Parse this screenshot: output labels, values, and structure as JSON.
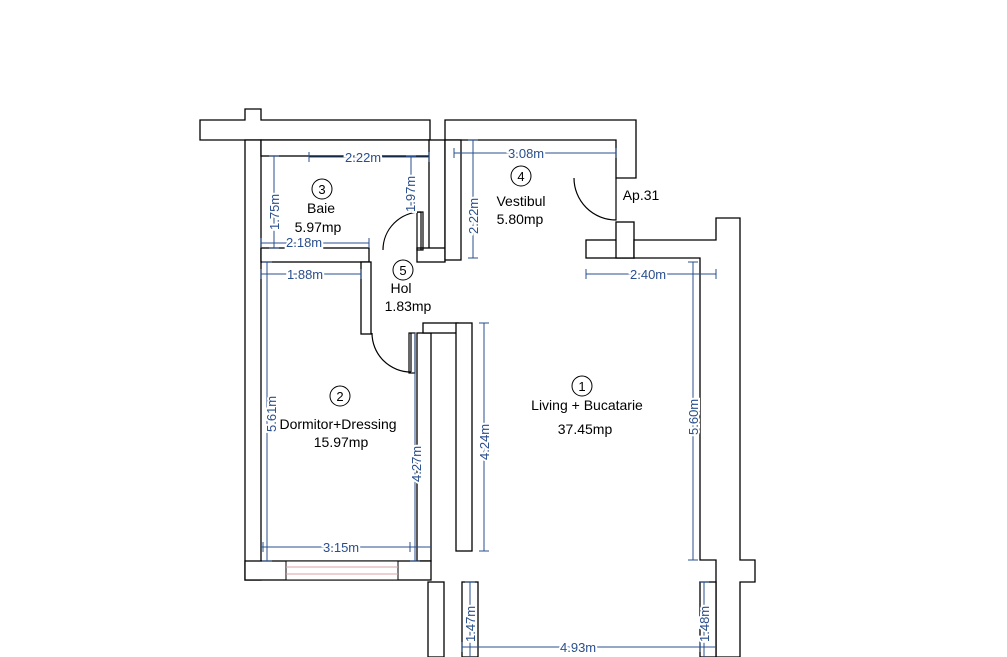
{
  "apartment_label": "Ap.31",
  "rooms": [
    {
      "number": "1",
      "name": "Living + Bucatarie",
      "area": "37.45mp"
    },
    {
      "number": "2",
      "name": "Dormitor+Dressing",
      "area": "15.97mp"
    },
    {
      "number": "3",
      "name": "Baie",
      "area": "5.97mp"
    },
    {
      "number": "4",
      "name": "Vestibul",
      "area": "5.80mp"
    },
    {
      "number": "5",
      "name": "Hol",
      "area": "1.83mp"
    }
  ],
  "dimensions": {
    "baie_width_top": "2.22m",
    "baie_width_bottom": "2.18m",
    "baie_height_left": "1.75m",
    "baie_height_right": "1.97m",
    "vestibul_width": "3.08m",
    "vestibul_height": "2.22m",
    "dormitor_width_top": "1.88m",
    "dormitor_height_left": "5.61m",
    "dormitor_height_right": "4.27m",
    "dormitor_width_bottom": "3.15m",
    "living_wall_height": "4.24m",
    "living_width_top": "2.40m",
    "living_height_right": "5.60m",
    "living_bottom_left": "1.47m",
    "living_bottom_right": "1.48m",
    "living_width_bottom": "4.93m"
  }
}
